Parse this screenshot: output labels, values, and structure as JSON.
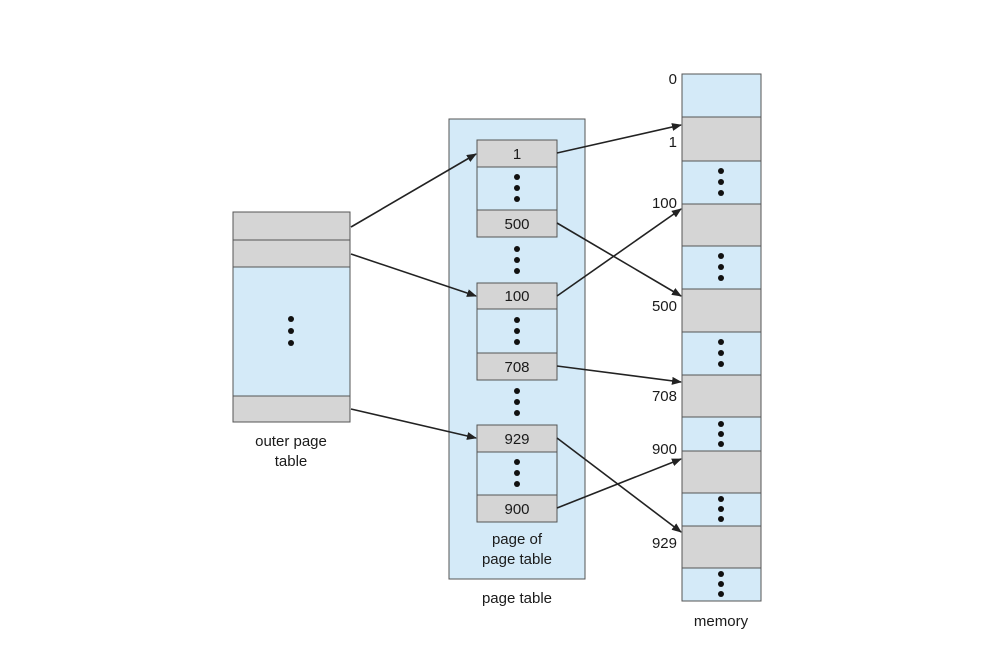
{
  "outer_table": {
    "caption_line1": "outer page",
    "caption_line2": "table"
  },
  "page_table": {
    "caption": "page table",
    "inner_caption_line1": "page of",
    "inner_caption_line2": "page table",
    "entries": [
      "1",
      "500",
      "100",
      "708",
      "929",
      "900"
    ]
  },
  "memory": {
    "caption": "memory",
    "addresses": [
      "0",
      "1",
      "100",
      "500",
      "708",
      "900",
      "929"
    ]
  },
  "colors": {
    "panel_fill": "#d4eaf8",
    "entry_fill": "#d5d5d5",
    "arrow": "#222222"
  }
}
